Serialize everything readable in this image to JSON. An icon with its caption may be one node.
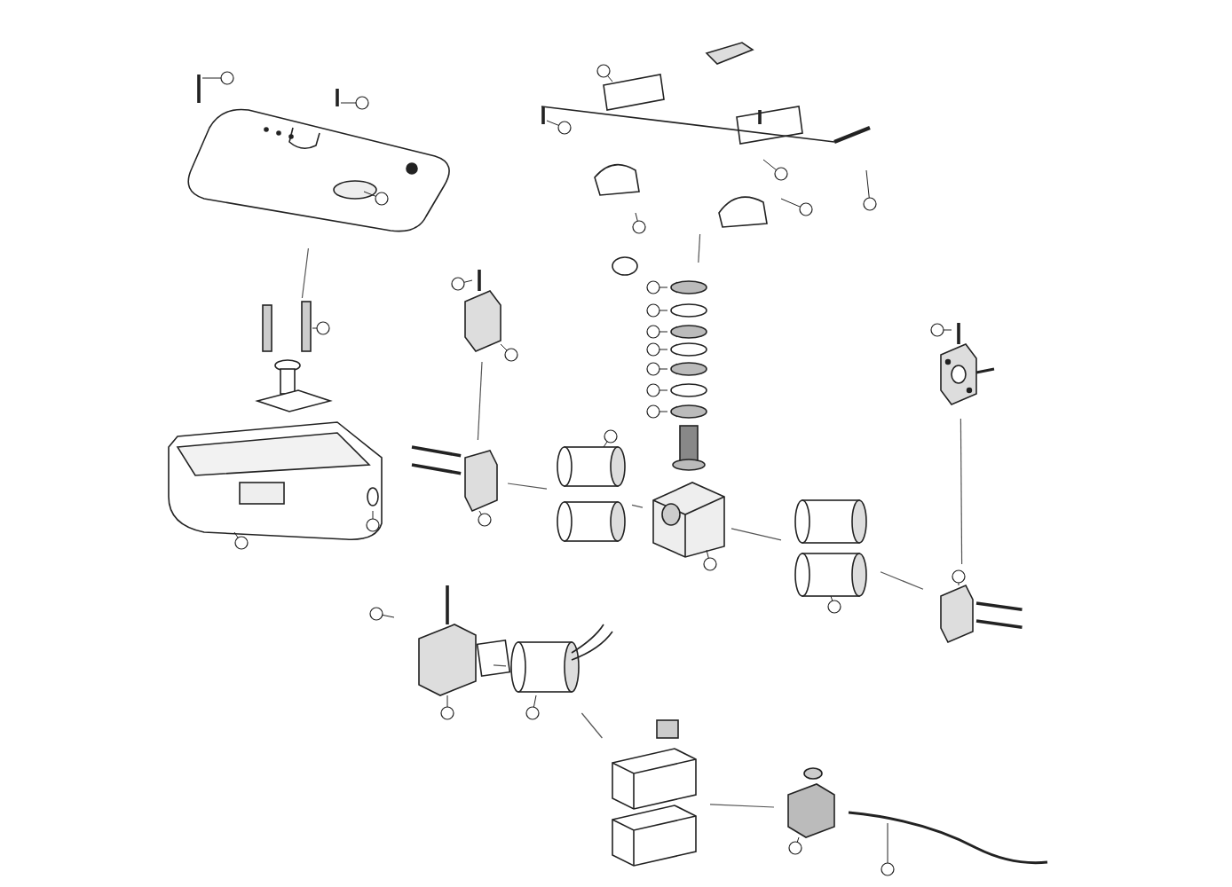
{
  "diagram": {
    "nodes": [
      {
        "text": [],
        "shape": "picture"
      },
      {
        "text": [],
        "shape": "picture"
      },
      {
        "text": [],
        "shape": "picture"
      },
      {
        "text": [],
        "shape": "picture"
      },
      {
        "text": [],
        "shape": "picture"
      },
      {
        "text": [],
        "shape": "picture"
      },
      {
        "text": [],
        "shape": "picture"
      },
      {
        "text": [],
        "shape": "picture"
      },
      {
        "text": [],
        "shape": "picture"
      },
      {
        "text": [],
        "shape": "picture"
      },
      {
        "text": [],
        "shape": "picture"
      },
      {
        "text": [],
        "shape": "picture"
      },
      {
        "text": [],
        "shape": "picture"
      },
      {
        "text": [],
        "shape": "picture"
      },
      {
        "text": [],
        "shape": "picture"
      },
      {
        "text": [],
        "shape": "picture"
      },
      {
        "text": [],
        "shape": "picture"
      }
    ],
    "edges": [
      {
        "from": 0,
        "to": 16,
        "arrow": "none"
      },
      {
        "from": 2,
        "to": 3,
        "arrow": "none"
      },
      {
        "from": 14,
        "to": 7,
        "arrow": "none"
      },
      {
        "from": 7,
        "to": 5,
        "arrow": "none"
      },
      {
        "from": 5,
        "to": 4,
        "arrow": "none"
      },
      {
        "from": 4,
        "to": 6,
        "arrow": "none"
      },
      {
        "from": 6,
        "to": 8,
        "arrow": "none"
      },
      {
        "from": 15,
        "to": 8,
        "arrow": "none"
      },
      {
        "from": 9,
        "to": 10,
        "arrow": "none"
      },
      {
        "from": 10,
        "to": 11,
        "arrow": "none"
      },
      {
        "from": 11,
        "to": 12,
        "arrow": "none"
      }
    ]
  }
}
